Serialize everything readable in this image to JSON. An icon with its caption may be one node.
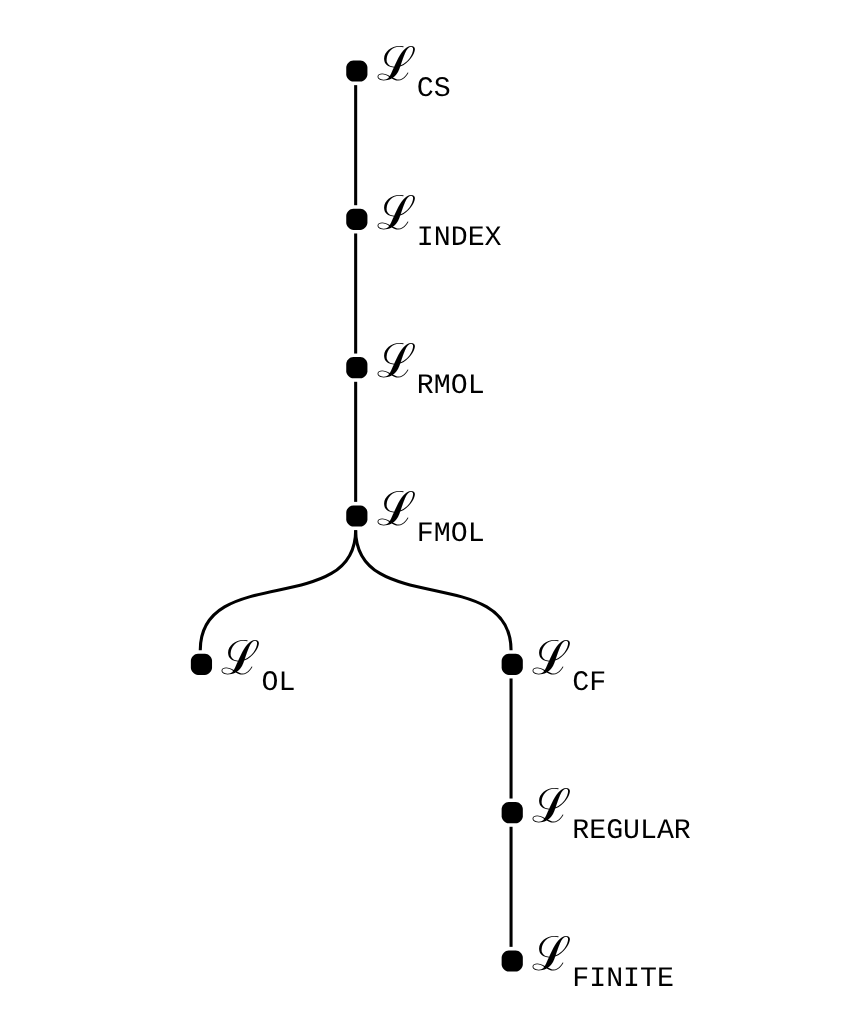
{
  "diagram": {
    "nodes": [
      {
        "text": [],
        "shape": "circle",
        "beside": [
          "ℒ$_{CS}$"
        ]
      },
      {
        "text": [],
        "shape": "circle",
        "beside": [
          "ℒ$_{INDEX}$"
        ]
      },
      {
        "text": [],
        "shape": "circle",
        "beside": [
          "ℒ$_{RMOL}$"
        ]
      },
      {
        "text": [],
        "shape": "circle",
        "beside": [
          "ℒ$_{FMOL}$"
        ]
      },
      {
        "text": [],
        "shape": "circle",
        "beside": [
          "ℒ$_{OL}$"
        ]
      },
      {
        "text": [],
        "shape": "circle",
        "beside": [
          "ℒ$_{CF}$"
        ]
      },
      {
        "text": [],
        "shape": "circle",
        "beside": [
          "ℒ$_{REGULAR}$"
        ]
      },
      {
        "text": [],
        "shape": "circle",
        "beside": [
          "ℒ$_{FINITE}$"
        ]
      }
    ],
    "edges": [
      {
        "from": 0,
        "to": 1,
        "arrow": "none"
      },
      {
        "from": 1,
        "to": 2,
        "arrow": "none"
      },
      {
        "from": 2,
        "to": 3,
        "arrow": "none"
      },
      {
        "from": 3,
        "to": 4,
        "arrow": "none"
      },
      {
        "from": 3,
        "to": 5,
        "arrow": "none"
      },
      {
        "from": 5,
        "to": 6,
        "arrow": "none"
      },
      {
        "from": 6,
        "to": 7,
        "arrow": "none"
      }
    ]
  }
}
